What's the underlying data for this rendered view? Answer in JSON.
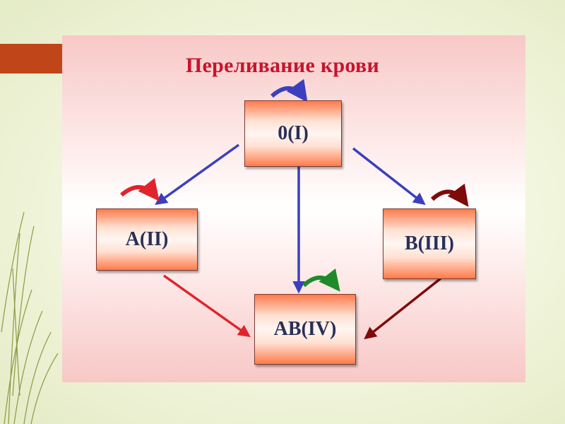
{
  "diagram": {
    "title": "Переливание крови",
    "nodes": [
      {
        "id": "o",
        "label": "0(I)"
      },
      {
        "id": "a",
        "label": "A(II)"
      },
      {
        "id": "b",
        "label": "B(III)"
      },
      {
        "id": "ab",
        "label": "AB(IV)"
      }
    ],
    "edges": [
      {
        "from": "0(I)",
        "to": "A(II)",
        "color": "#3b3fbf"
      },
      {
        "from": "0(I)",
        "to": "AB(IV)",
        "color": "#3b3fbf"
      },
      {
        "from": "0(I)",
        "to": "B(III)",
        "color": "#3b3fbf"
      },
      {
        "from": "A(II)",
        "to": "AB(IV)",
        "color": "#e0242c"
      },
      {
        "from": "B(III)",
        "to": "AB(IV)",
        "color": "#7e0a0a"
      }
    ],
    "self_loops": [
      {
        "node": "0(I)",
        "color": "#3b3fbf"
      },
      {
        "node": "A(II)",
        "color": "#e0242c"
      },
      {
        "node": "B(III)",
        "color": "#7e0a0a"
      },
      {
        "node": "AB(IV)",
        "color": "#1f8a2a"
      }
    ]
  }
}
